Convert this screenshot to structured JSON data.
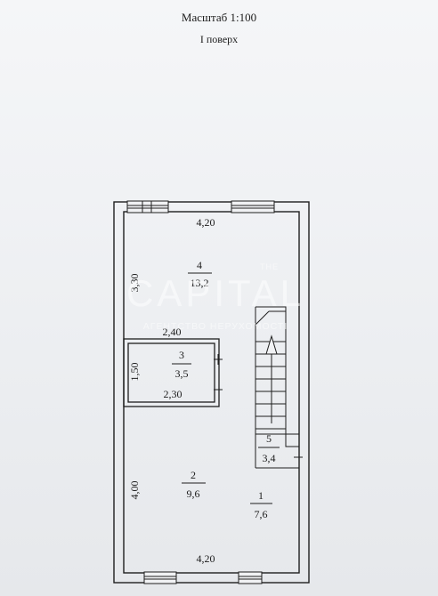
{
  "header": {
    "scale": "Масштаб 1:100",
    "floor": "I поверх"
  },
  "dimensions": {
    "top_width": "4,20",
    "bottom_width": "4,20",
    "room4_height": "3,30",
    "room3_top": "2,40",
    "room3_height": "1,50",
    "room3_bottom": "2,30",
    "room2_height": "4,00"
  },
  "rooms": [
    {
      "id": "4",
      "number": "4",
      "area": "13,2"
    },
    {
      "id": "3",
      "number": "3",
      "area": "3,5"
    },
    {
      "id": "2",
      "number": "2",
      "area": "9,6"
    },
    {
      "id": "1",
      "number": "1",
      "area": "7,6"
    },
    {
      "id": "5",
      "number": "5",
      "area": "3,4"
    }
  ],
  "watermark": {
    "brand": "CAPITAL",
    "tagline": "АГЕНТСТВО НЕРУХОМОСТІ",
    "prefix": "THE"
  }
}
